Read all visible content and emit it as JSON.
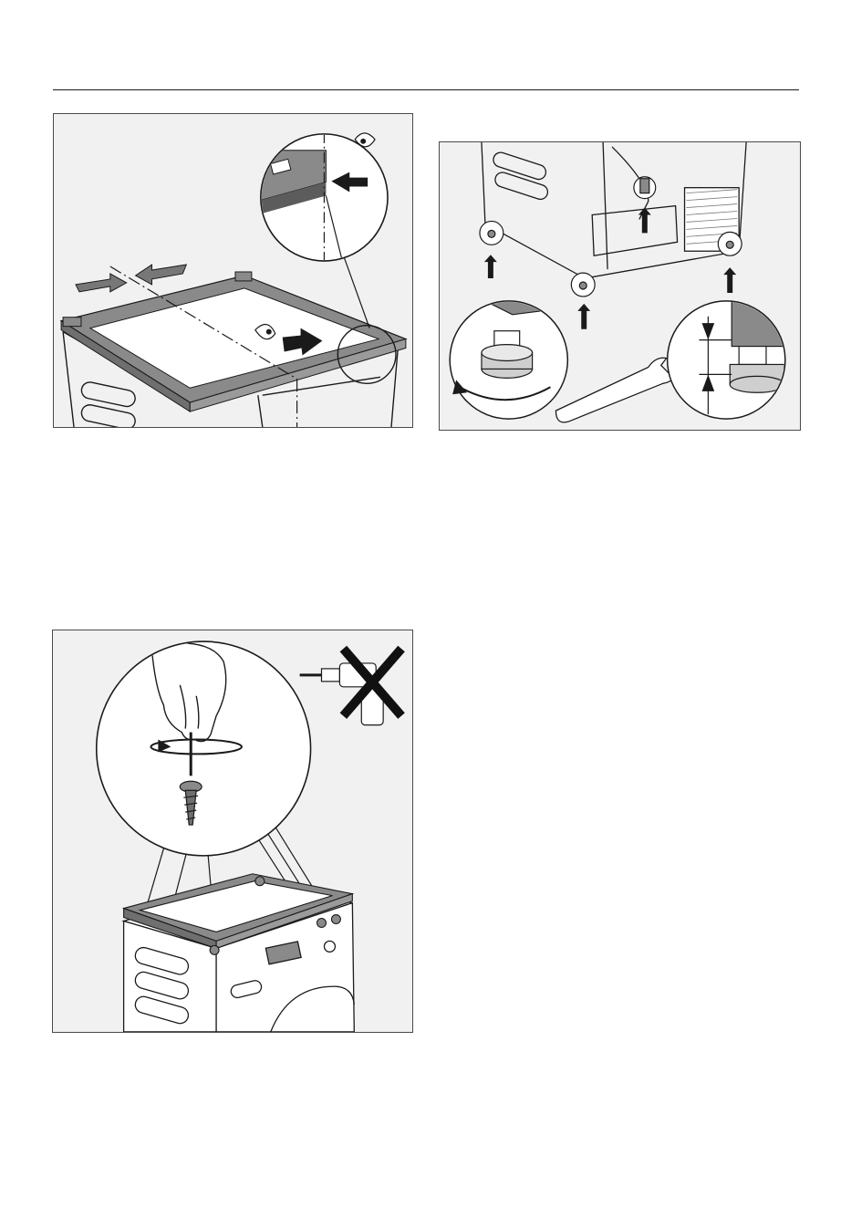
{
  "page": {
    "figures": [
      {
        "id": "fig-align-frame",
        "icons": [
          "eye-icon",
          "arrow-icon",
          "stacking-frame",
          "magnifier-detail"
        ]
      },
      {
        "id": "fig-adjust-feet",
        "icons": [
          "adjustable-foot-icon",
          "wrench-icon",
          "rotate-arrow-icon",
          "height-gap-icon"
        ]
      },
      {
        "id": "fig-screw-frame",
        "icons": [
          "hand-icon",
          "screw-icon",
          "rotate-arrow-icon",
          "no-power-drill-icon"
        ]
      }
    ]
  },
  "colors": {
    "panel_bg": "#f1f1f1",
    "line": "#1a1a1a",
    "frame_gray": "#8a8a8a",
    "cross": "#111111"
  }
}
